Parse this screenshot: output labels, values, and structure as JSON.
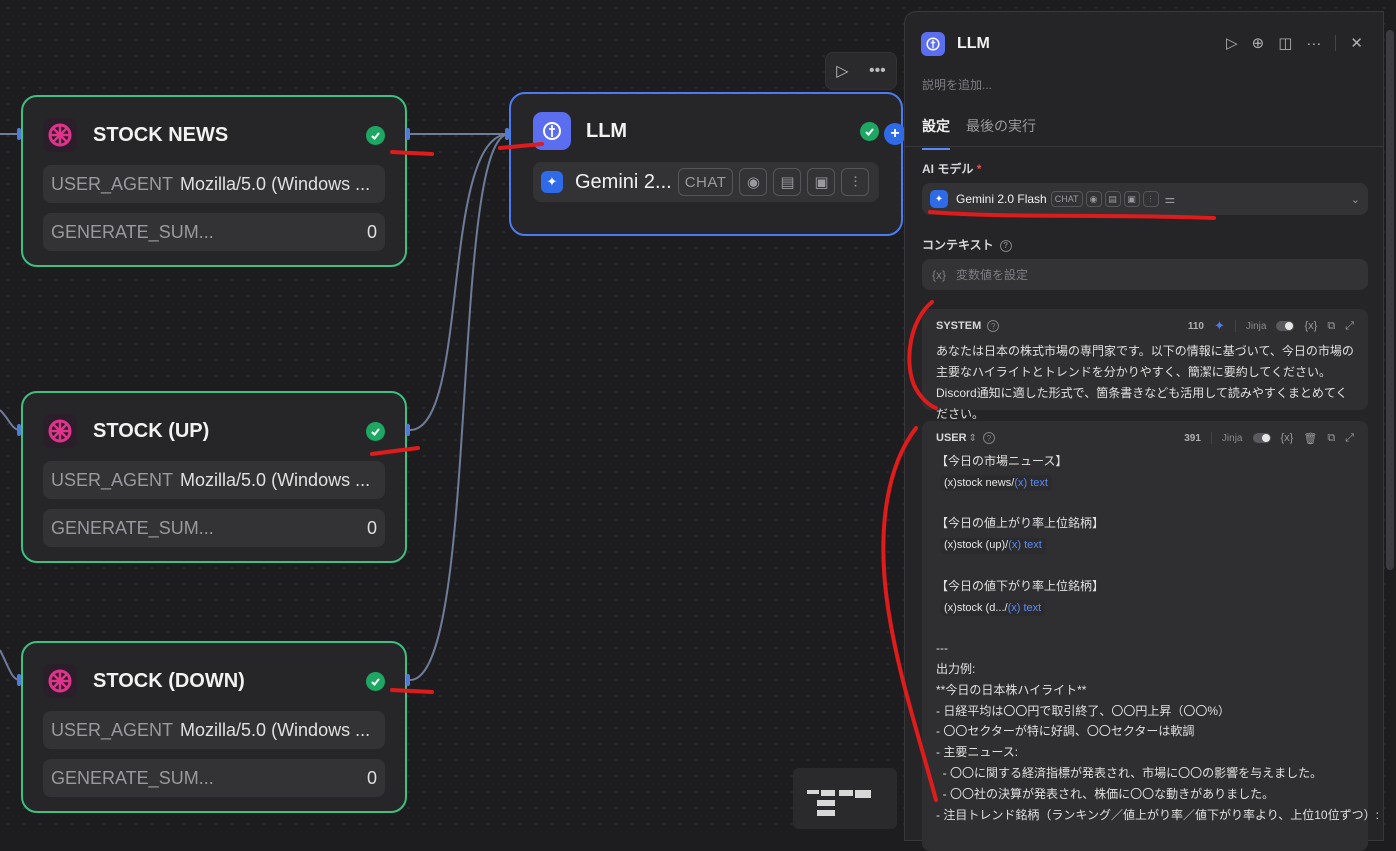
{
  "nodes": [
    {
      "title": "STOCK NEWS",
      "user_agent_key": "USER_AGENT",
      "user_agent_value": "Mozilla/5.0 (Windows ...",
      "gen_key": "GENERATE_SUM...",
      "gen_value": "0"
    },
    {
      "title": "STOCK (UP)",
      "user_agent_key": "USER_AGENT",
      "user_agent_value": "Mozilla/5.0 (Windows ...",
      "gen_key": "GENERATE_SUM...",
      "gen_value": "0"
    },
    {
      "title": "STOCK (DOWN)",
      "user_agent_key": "USER_AGENT",
      "user_agent_value": "Mozilla/5.0 (Windows ...",
      "gen_key": "GENERATE_SUM...",
      "gen_value": "0"
    }
  ],
  "llm_node": {
    "title": "LLM",
    "model": "Gemini 2...",
    "chat_tag": "CHAT"
  },
  "panel": {
    "title": "LLM",
    "description_placeholder": "説明を追加...",
    "tabs": [
      "設定",
      "最後の実行"
    ],
    "model_label": "AI モデル",
    "required_mark": "*",
    "model_name": "Gemini 2.0 Flash",
    "chat_tag": "CHAT",
    "context_label": "コンテキスト",
    "context_icon": "{x}",
    "context_placeholder": "変数値を設定",
    "system": {
      "role": "SYSTEM",
      "count": "110",
      "jinja": "Jinja",
      "var_icon": "{x}",
      "text": "あなたは日本の株式市場の専門家です。以下の情報に基づいて、今日の市場の主要なハイライトとトレンドを分かりやすく、簡潔に要約してください。Discord通知に適した形式で、箇条書きなども活用して読みやすくまとめてください。"
    },
    "user": {
      "role": "USER",
      "count": "391",
      "jinja": "Jinja",
      "var_icon": "{x}",
      "lines": [
        {
          "text": "【今日の市場ニュース】"
        },
        {
          "var": "stock news",
          "field": "text"
        },
        {
          "text": ""
        },
        {
          "text": "【今日の値上がり率上位銘柄】"
        },
        {
          "var": "stock (up)",
          "field": "text"
        },
        {
          "text": ""
        },
        {
          "text": "【今日の値下がり率上位銘柄】"
        },
        {
          "var": "stock (d...",
          "field": "text"
        },
        {
          "text": ""
        },
        {
          "text": "---"
        },
        {
          "text": "出力例:"
        },
        {
          "text": "**今日の日本株ハイライト**"
        },
        {
          "text": "- 日経平均は〇〇円で取引終了、〇〇円上昇（〇〇%）"
        },
        {
          "text": "- 〇〇セクターが特に好調、〇〇セクターは軟調"
        },
        {
          "text": "- 主要ニュース:"
        },
        {
          "text": "  - 〇〇に関する経済指標が発表され、市場に〇〇の影響を与えました。"
        },
        {
          "text": "  - 〇〇社の決算が発表され、株価に〇〇な動きがありました。"
        },
        {
          "text": "- 注目トレンド銘柄（ランキング／値上がり率／値下がり率より、上位10位ずつ）:"
        }
      ]
    }
  },
  "colors": {
    "node_border": "#3fbf82",
    "llm_border": "#4b7bf0",
    "accent": "#5b8af5",
    "annotation": "#e01b1b"
  }
}
